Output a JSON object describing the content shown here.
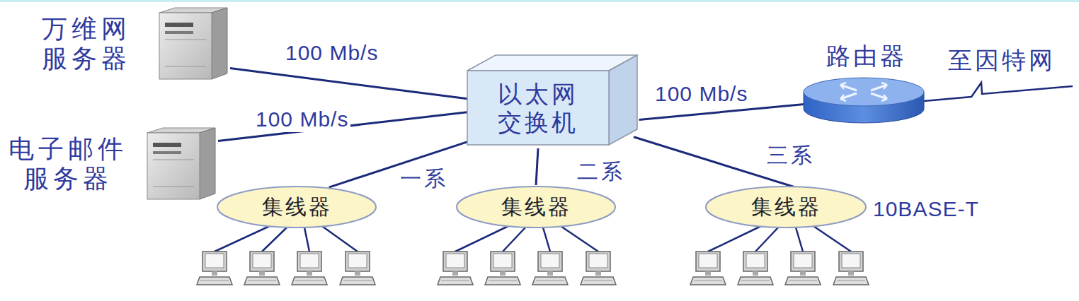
{
  "diagram": {
    "nodes": [
      {
        "text": [
          "万维网 服务器"
        ]
      },
      {
        "text": [
          "电子邮件 服务器"
        ]
      },
      {
        "text": [
          "以太网 交换机"
        ]
      },
      {
        "text": [
          "路由器"
        ]
      },
      {
        "text": [
          "集线器"
        ]
      },
      {
        "text": [
          "集线器"
        ]
      },
      {
        "text": [
          "集线器"
        ]
      }
    ],
    "edges": [
      {
        "from": 0,
        "to": 2,
        "arrow": "none",
        "label": "100 Mb/s"
      },
      {
        "from": 1,
        "to": 2,
        "arrow": "none",
        "label": "100 Mb/s"
      },
      {
        "from": 2,
        "to": 3,
        "arrow": "none",
        "label": "100 Mb/s"
      },
      {
        "from": 2,
        "to": 4,
        "arrow": "none",
        "label": "一系"
      },
      {
        "from": 2,
        "to": 5,
        "arrow": "none",
        "label": "二系"
      },
      {
        "from": 2,
        "to": 6,
        "arrow": "none",
        "label": "三系"
      }
    ],
    "labels": [
      "至因特网",
      "10BASE-T"
    ]
  }
}
